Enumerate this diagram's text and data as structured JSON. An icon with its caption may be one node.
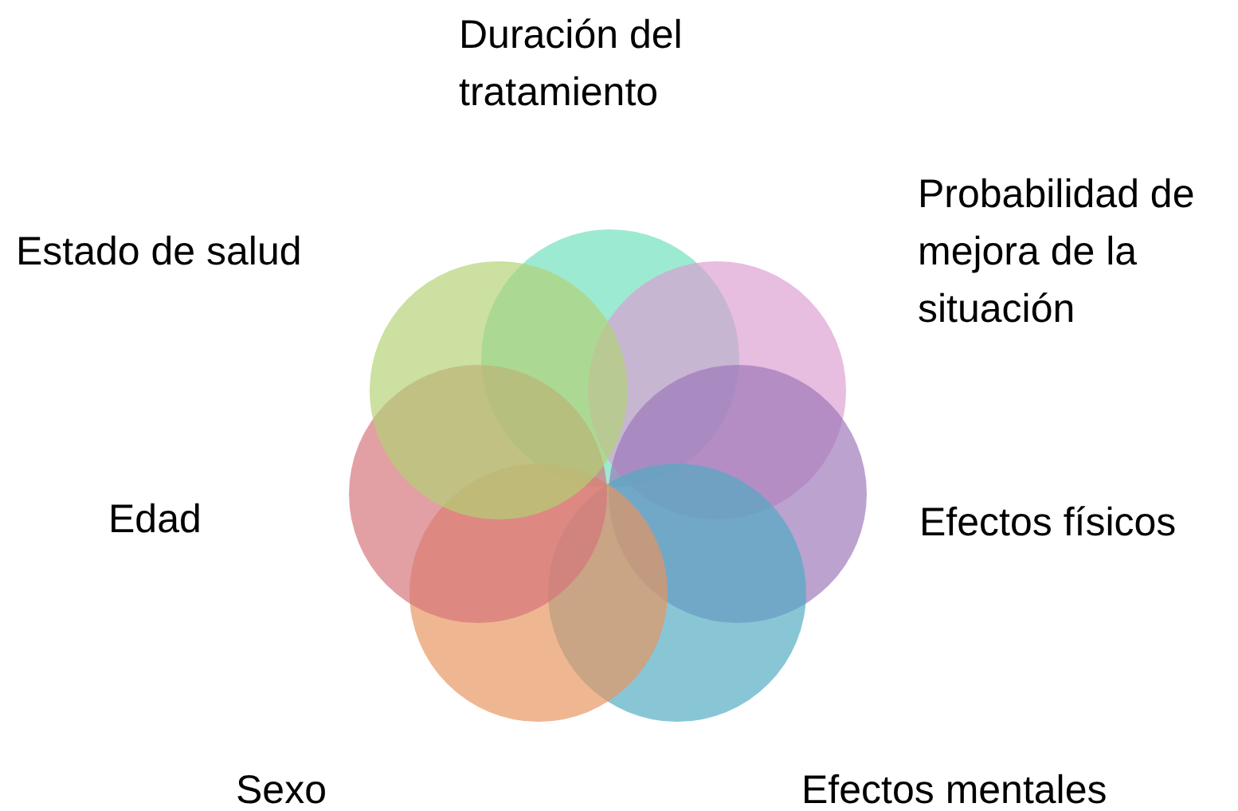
{
  "diagram": {
    "nodes": [
      {
        "text": [],
        "shape": "circle",
        "beside": [
          "Duración del tratamiento"
        ]
      },
      {
        "text": [],
        "shape": "circle",
        "beside": [
          "Probabilidad de mejora de la situación"
        ]
      },
      {
        "text": [],
        "shape": "circle",
        "beside": [
          "Efectos físicos"
        ]
      },
      {
        "text": [],
        "shape": "circle",
        "beside": [
          "Efectos mentales"
        ]
      },
      {
        "text": [],
        "shape": "circle",
        "beside": [
          "Sexo"
        ]
      },
      {
        "text": [],
        "shape": "circle",
        "beside": [
          "Edad"
        ]
      },
      {
        "text": [],
        "shape": "circle",
        "beside": [
          "Estado de salud"
        ]
      }
    ]
  }
}
